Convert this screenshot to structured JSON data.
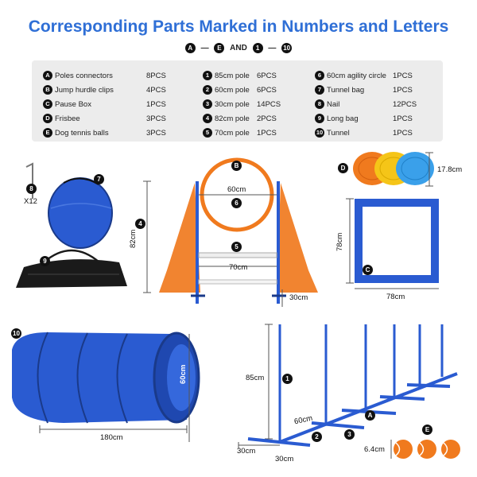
{
  "header": {
    "title": "Corresponding Parts Marked in Numbers and Letters",
    "sub_left": "A",
    "sub_dash1": "—",
    "sub_e": "E",
    "sub_and": "AND",
    "sub_1": "1",
    "sub_dash2": "—",
    "sub_10": "10"
  },
  "legend": {
    "col1": [
      {
        "mark": "A",
        "name": "Poles connectors",
        "qty": "8PCS"
      },
      {
        "mark": "B",
        "name": "Jump hurdle clips",
        "qty": "4PCS"
      },
      {
        "mark": "C",
        "name": "Pause Box",
        "qty": "1PCS"
      },
      {
        "mark": "D",
        "name": "Frisbee",
        "qty": "3PCS"
      },
      {
        "mark": "E",
        "name": "Dog tennis balls",
        "qty": "3PCS"
      }
    ],
    "col2": [
      {
        "mark": "1",
        "name": "85cm pole",
        "qty": "6PCS"
      },
      {
        "mark": "2",
        "name": "60cm pole",
        "qty": "6PCS"
      },
      {
        "mark": "3",
        "name": "30cm pole",
        "qty": "14PCS"
      },
      {
        "mark": "4",
        "name": "82cm pole",
        "qty": "2PCS"
      },
      {
        "mark": "5",
        "name": "70cm pole",
        "qty": "1PCS"
      }
    ],
    "col3": [
      {
        "mark": "6",
        "name": "60cm agility circle",
        "qty": "1PCS"
      },
      {
        "mark": "7",
        "name": "Tunnel bag",
        "qty": "1PCS"
      },
      {
        "mark": "8",
        "name": "Nail",
        "qty": "12PCS"
      },
      {
        "mark": "9",
        "name": "Long bag",
        "qty": "1PCS"
      },
      {
        "mark": "10",
        "name": "Tunnel",
        "qty": "1PCS"
      }
    ]
  },
  "illustration": {
    "nail_marker": "8",
    "nail_count": "X12",
    "tunnel_bag_marker": "7",
    "long_bag_marker": "9",
    "hurdle": {
      "hoop_marker": "B",
      "hoop_width": "60cm",
      "circle_marker": "6",
      "height_marker": "4",
      "height": "82cm",
      "bar_marker": "5",
      "bar_width": "70cm",
      "foot": "30cm"
    },
    "frisbee": {
      "marker": "D",
      "size": "17.8cm"
    },
    "pause_box": {
      "marker": "C",
      "height": "78cm",
      "width": "78cm"
    },
    "tunnel": {
      "marker": "10",
      "diameter": "60cm",
      "length": "180cm"
    },
    "weave": {
      "pole_marker": "1",
      "height": "85cm",
      "base_width": "60cm",
      "connector_marker": "A",
      "pole2_marker": "2",
      "pole3_marker": "3",
      "foot_a": "30cm",
      "foot_b": "30cm"
    },
    "balls": {
      "marker": "E",
      "size": "6.4cm"
    }
  },
  "colors": {
    "title_blue": "#2f6fd6",
    "orange": "#f07a1e",
    "blue": "#2a5bd1",
    "navy": "#1f3f91",
    "legend_bg": "#ececec"
  }
}
